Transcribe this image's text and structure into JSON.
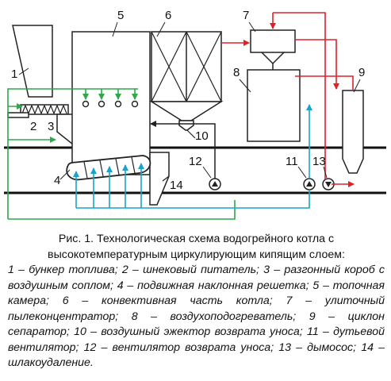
{
  "labels": {
    "n1": "1",
    "n2": "2",
    "n3": "3",
    "n4": "4",
    "n5": "5",
    "n6": "6",
    "n7": "7",
    "n8": "8",
    "n9": "9",
    "n10": "10",
    "n11": "11",
    "n12": "12",
    "n13": "13",
    "n14": "14"
  },
  "caption": {
    "title": "Рис. 1. Технологическая схема водогрейного котла с высокотемпературным циркулирующим кипящим слоем:",
    "body": "1 – бункер топлива; 2 – шнековый питатель; 3 – разгонный короб с воздушным соплом; 4 – подвижная наклонная решетка; 5 – топочная камера; 6 – конвективная часть котла; 7 – улиточный пылеконцентратор; 8 – воздухоподогреватель; 9 – циклон сепаратор; 10 – воздушный эжектор возврата уноса; 11 – дутьевой вентилятор; 12 – вентилятор возврата уноса; 13 – дымосос; 14 – шлакоудаление."
  },
  "colors": {
    "structure": "#222222",
    "air": "#1aa3c8",
    "fuel": "#2ea84a",
    "flue": "#e0202a"
  }
}
